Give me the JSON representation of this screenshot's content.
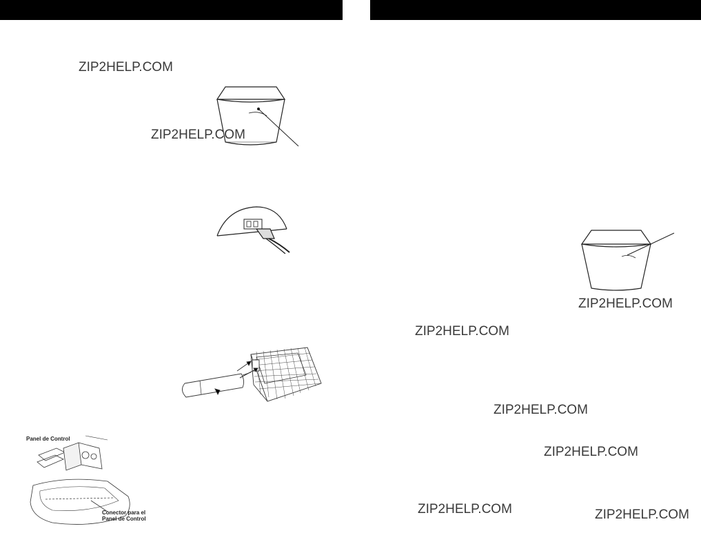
{
  "header": {
    "bar_color": "#000000"
  },
  "watermarks": [
    "ZIP2HELP.COM",
    "ZIP2HELP.COM",
    "ZIP2HELP.COM",
    "ZIP2HELP.COM",
    "ZIP2HELP.COM",
    "ZIP2HELP.COM",
    "ZIP2HELP.COM",
    "ZIP2HELP.COM"
  ],
  "figures": {
    "control_panel": {
      "top_label": "Panel de Control",
      "connector_label_line1": "Conector para el",
      "connector_label_line2": "Panel de Control"
    }
  }
}
